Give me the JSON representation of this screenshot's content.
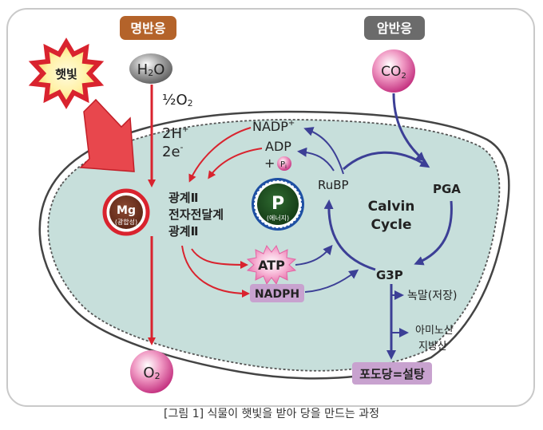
{
  "labels": {
    "light_reaction": "명반응",
    "dark_reaction": "암반응",
    "sunlight": "햇빛",
    "h2o_main": "H",
    "h2o_sub": "2",
    "h2o_end": "O",
    "co2_main": "CO",
    "co2_sub": "2",
    "half_o2": "½O",
    "half_o2_sub": "2",
    "two_h": "2H",
    "two_h_sup": "+",
    "two_e": "2e",
    "two_e_sup": "-",
    "nadp": "NADP",
    "nadp_sup": "+",
    "adp": "ADP",
    "plus": "+",
    "pi_main": "P",
    "pi_sub": "i",
    "rubp": "RuBP",
    "pga": "PGA",
    "calvin_line1": "Calvin",
    "calvin_line2": "Cycle",
    "mg_main": "Mg",
    "mg_sub": "(광합성)",
    "p_main": "P",
    "p_sub": "(에너지)",
    "ps_line1": "광계Ⅱ",
    "ps_line2": "전자전달계",
    "ps_line3": "광계Ⅱ",
    "atp": "ATP",
    "nadph": "NADPH",
    "g3p": "G3P",
    "starch": "녹말(저장)",
    "amino_line1": "아미노산",
    "amino_line2": "지방산",
    "o2_main": "O",
    "o2_sub": "2",
    "glucose": "포도당=설탕",
    "caption": "[그림 1] 식물이 햇빛을 받아 당을 만드는 과정"
  },
  "colors": {
    "light_badge": "#b4632a",
    "dark_badge": "#6b6b6b",
    "cell_fill": "#c7dfdb",
    "red_arrow": "#d9232e",
    "blue_arrow": "#3c3f96",
    "mg_fill": "#6b2e1c",
    "p_fill": "#1c4a1e",
    "p_ring": "#1d4fa3",
    "purple_box": "#c8a2cf",
    "pink_sphere": "#e0529b"
  }
}
